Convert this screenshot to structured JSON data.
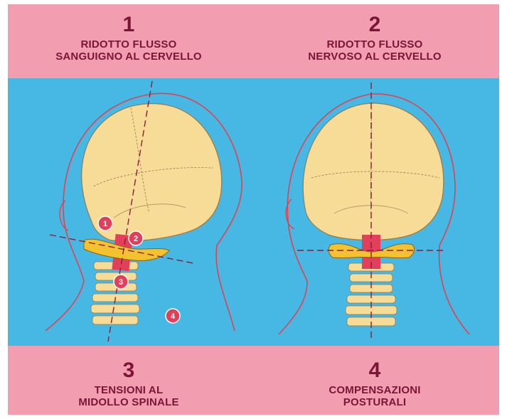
{
  "panels": [
    {
      "number": "1",
      "lines": [
        "RIDOTTO FLUSSO",
        "SANGUIGNO AL CERVELLO"
      ]
    },
    {
      "number": "2",
      "lines": [
        "RIDOTTO FLUSSO",
        "NERVOSO AL CERVELLO"
      ]
    },
    {
      "number": "3",
      "lines": [
        "TENSIONI AL",
        "MIDOLLO SPINALE"
      ]
    },
    {
      "number": "4",
      "lines": [
        "COMPENSAZIONI",
        "POSTURALI"
      ]
    }
  ],
  "markers": [
    "1",
    "2",
    "3",
    "4"
  ],
  "colors": {
    "band": "#f29db0",
    "background": "#47b7e3",
    "caption_text": "#7a1538",
    "skull": "#f7dc98",
    "outline": "#e2424f",
    "axis": "#8a1e3a",
    "badge": "#e2405a",
    "vessel": "#e2405a",
    "atlas": "#f3c230"
  }
}
